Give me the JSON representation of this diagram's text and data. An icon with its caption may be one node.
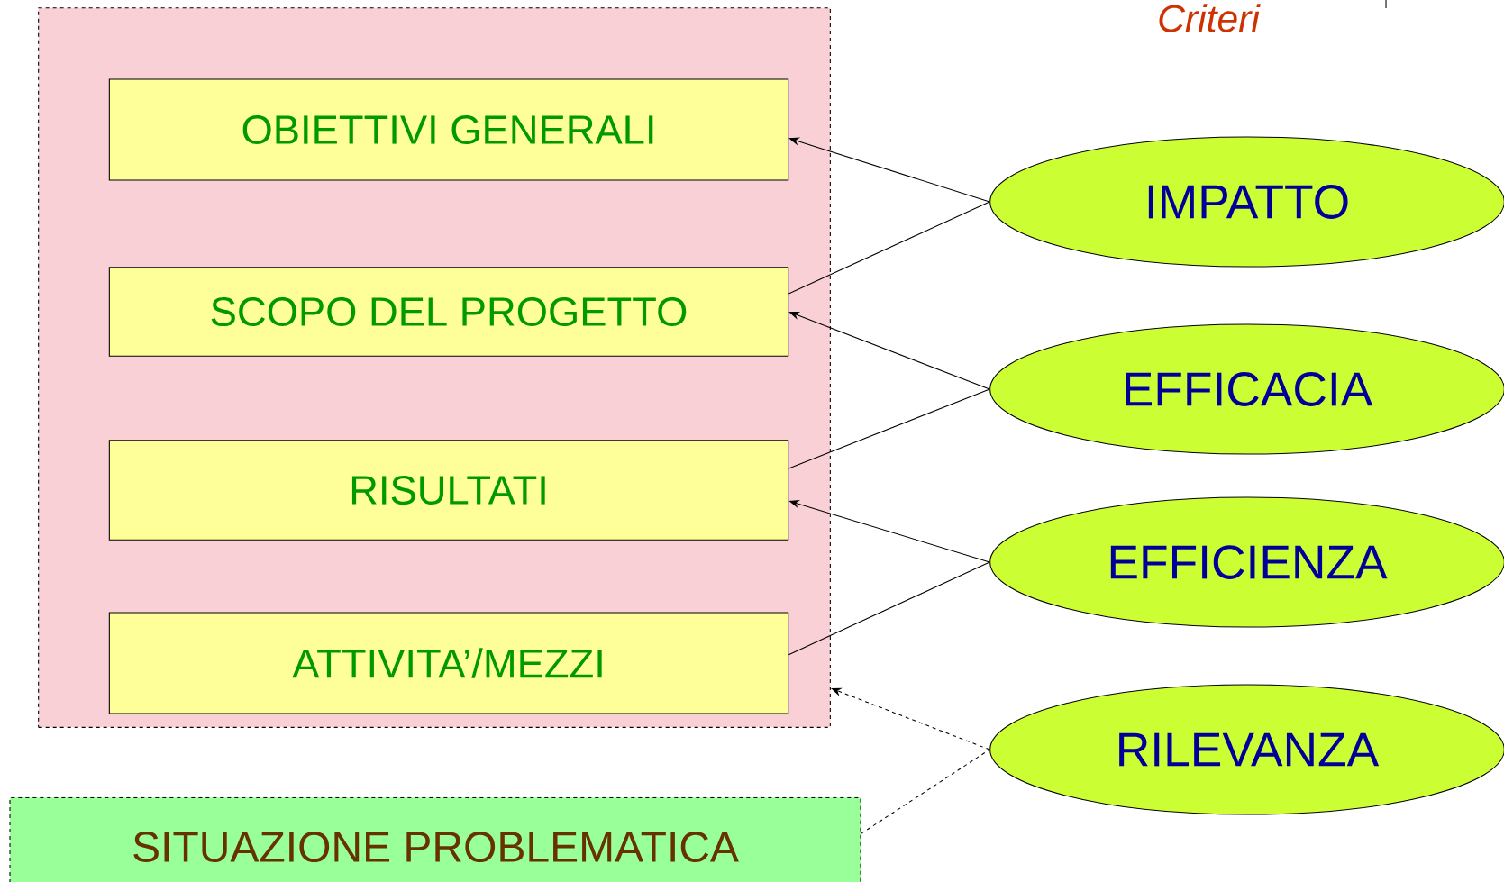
{
  "diagram": {
    "nodes": [
      {
        "text": [],
        "shape": "box"
      },
      {
        "text": [
          "OBIETTIVI GENERALI"
        ],
        "in": 0
      },
      {
        "text": [
          "SCOPO DEL PROGETTO"
        ],
        "in": 0
      },
      {
        "text": [
          "RISULTATI"
        ],
        "in": 0
      },
      {
        "text": [
          "ATTIVITA’/MEZZI"
        ],
        "in": 0
      },
      {
        "text": [
          "SITUAZIONE PROBLEMATICA"
        ]
      },
      {
        "text": [
          "IMPATTO"
        ]
      },
      {
        "text": [
          "EFFICACIA"
        ]
      },
      {
        "text": [
          "EFFICIENZA"
        ]
      },
      {
        "text": [
          "RILEVANZA"
        ]
      }
    ],
    "edges": [
      {
        "from": 6,
        "to": 1,
        "arrow": "to"
      },
      {
        "from": 2,
        "to": 6,
        "arrow": "none"
      },
      {
        "from": 7,
        "to": 2,
        "arrow": "to"
      },
      {
        "from": 3,
        "to": 7,
        "arrow": "none"
      },
      {
        "from": 8,
        "to": 3,
        "arrow": "to"
      },
      {
        "from": 4,
        "to": 8,
        "arrow": "none"
      },
      {
        "from": 9,
        "to": 0,
        "arrow": "to",
        "style": "dashed"
      },
      {
        "from": 5,
        "to": 9,
        "arrow": "none",
        "style": "dashed"
      }
    ],
    "labels": [
      "Criteri"
    ]
  }
}
